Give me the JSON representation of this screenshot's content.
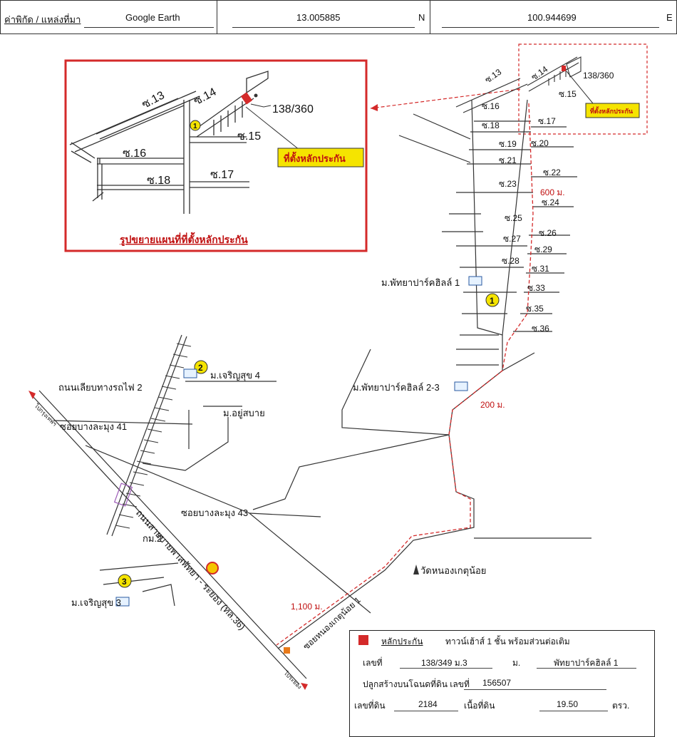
{
  "header": {
    "label": "ค่าพิกัด / แหล่งที่มา",
    "source": "Google Earth",
    "lat": "13.005885",
    "lat_unit": "N",
    "lon": "100.944699",
    "lon_unit": "E"
  },
  "inset": {
    "caption": "รูปขยายแผนที่ที่ตั้งหลักประกัน",
    "roads": [
      "ซ.13",
      "ซ.14",
      "ซ.15",
      "ซ.16",
      "ซ.17",
      "ซ.18"
    ],
    "plot_label": "138/360",
    "callout": "ที่ตั้งหลักประกัน",
    "marker": "1"
  },
  "mini_inset": {
    "roads": [
      "ซ.13",
      "ซ.14",
      "ซ.15"
    ],
    "plot_label": "138/360",
    "callout": "ที่ตั้งหลักประกัน"
  },
  "map": {
    "sois": [
      "ซ.16",
      "ซ.17",
      "ซ.18",
      "ซ.19",
      "ซ.20",
      "ซ.21",
      "ซ.22",
      "ซ.23",
      "ซ.24",
      "ซ.25",
      "ซ.26",
      "ซ.27",
      "ซ.29",
      "ซ.28",
      "ซ.31",
      "ซ.33",
      "ซ.35",
      "ซ.36"
    ],
    "dist_600": "600 ม.",
    "dist_200": "200 ม.",
    "dist_1100": "1,100 ม.",
    "village1": "ม.พัทยาปาร์คฮิลล์ 1",
    "village23": "ม.พัทยาปาร์คฮิลล์ 2-3",
    "village_charoen4": "ม.เจริญสุข 4",
    "village_charoen3": "ม.เจริญสุข 3",
    "village_yoo": "ม.อยู่สบาย",
    "rail_road": "ถนนเลียบทางรถไฟ 2",
    "soi41": "ซอยบางละมุง 41",
    "soi43": "ซอยบางละมุง 43",
    "main_road": "ถนนสายบายพาสพัทยา - ระยอง (ทล.36)",
    "km2": "กม.2",
    "temple": "วัดหนองเกตุน้อย",
    "soi_nongket": "ซอยหนองเกตุน้อย 1",
    "to_bkk": "ไปกรุงเทพฯ",
    "to_rayong": "ไประยอง",
    "marker1": "1",
    "marker2": "2",
    "marker3": "3"
  },
  "legend": {
    "title": "หลักประกัน",
    "type": "ทาวน์เฮ้าส์ 1 ชั้น พร้อมส่วนต่อเติม",
    "no_label": "เลขที่",
    "no_value": "138/349 ม.3",
    "moo_label": "ม.",
    "moo_value": "พัทยาปาร์คฮิลล์ 1",
    "deed_label": "ปลูกสร้างบนโฉนดที่ดิน เลขที่",
    "deed_value": "156507",
    "land_no_label": "เลขที่ดิน",
    "land_no_value": "2184",
    "area_label": "เนื้อที่ดิน",
    "area_value": "19.50",
    "area_unit": "ตรว."
  },
  "colors": {
    "red": "#d42a2a",
    "yellow": "#f5e400",
    "road": "#333333"
  }
}
